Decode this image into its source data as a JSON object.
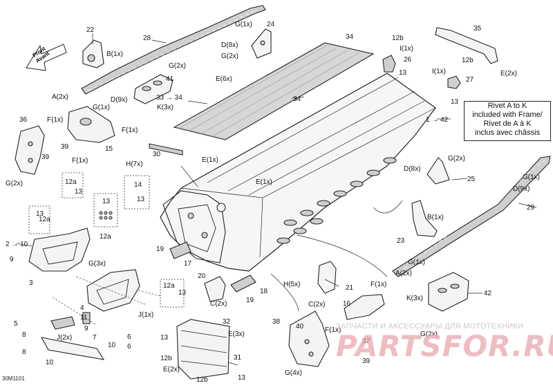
{
  "callouts": [
    {
      "id": "c22",
      "text": "22"
    },
    {
      "id": "cB1",
      "text": "B(1x)"
    },
    {
      "id": "c28",
      "text": "28"
    },
    {
      "id": "cG1top",
      "text": "G(1x)"
    },
    {
      "id": "c24",
      "text": "24"
    },
    {
      "id": "cD8",
      "text": "D(8x)"
    },
    {
      "id": "cG2a",
      "text": "G(2x)"
    },
    {
      "id": "c34a",
      "text": "34"
    },
    {
      "id": "c12b1",
      "text": "12b"
    },
    {
      "id": "cI1a",
      "text": "I(1x)"
    },
    {
      "id": "c26",
      "text": "26"
    },
    {
      "id": "c35",
      "text": "35"
    },
    {
      "id": "c12b2",
      "text": "12b"
    },
    {
      "id": "cI1b",
      "text": "I(1x)"
    },
    {
      "id": "c27",
      "text": "27"
    },
    {
      "id": "cE2a",
      "text": "E(2x)"
    },
    {
      "id": "c13a",
      "text": "13"
    },
    {
      "id": "c13b",
      "text": "13"
    },
    {
      "id": "cG2b",
      "text": "G(2x)"
    },
    {
      "id": "c41",
      "text": "41"
    },
    {
      "id": "cE6",
      "text": "E(6x)"
    },
    {
      "id": "cA2a",
      "text": "A(2x)"
    },
    {
      "id": "cD9a",
      "text": "D(9x)"
    },
    {
      "id": "cG1b",
      "text": "G(1x)"
    },
    {
      "id": "c33",
      "text": "33"
    },
    {
      "id": "c34b",
      "text": "34"
    },
    {
      "id": "cK3a",
      "text": "K(3x)"
    },
    {
      "id": "c34c",
      "text": "34"
    },
    {
      "id": "c36",
      "text": "36"
    },
    {
      "id": "cF1a",
      "text": "F(1x)"
    },
    {
      "id": "cF1b",
      "text": "F(1x)"
    },
    {
      "id": "c39a",
      "text": "39"
    },
    {
      "id": "c15",
      "text": "15"
    },
    {
      "id": "cF1c",
      "text": "F(1x)"
    },
    {
      "id": "c39b",
      "text": "39"
    },
    {
      "id": "cG2c",
      "text": "G(2x)"
    },
    {
      "id": "c30",
      "text": "30"
    },
    {
      "id": "cH7",
      "text": "H(7x)"
    },
    {
      "id": "cE1a",
      "text": "E(1x)"
    },
    {
      "id": "cE1b",
      "text": "E(1x)"
    },
    {
      "id": "c42a",
      "text": "42"
    },
    {
      "id": "c12a1",
      "text": "12a"
    },
    {
      "id": "c13c",
      "text": "13"
    },
    {
      "id": "c14",
      "text": "14"
    },
    {
      "id": "c13d",
      "text": "13"
    },
    {
      "id": "cG2d",
      "text": "G(2x)"
    },
    {
      "id": "cD8b",
      "text": "D(8x)"
    },
    {
      "id": "c25",
      "text": "25"
    },
    {
      "id": "cG1c",
      "text": "G(1x)"
    },
    {
      "id": "cD9b",
      "text": "D(9x)"
    },
    {
      "id": "c13e",
      "text": "13"
    },
    {
      "id": "c12a2",
      "text": "12a"
    },
    {
      "id": "c13f",
      "text": "13"
    },
    {
      "id": "c12a3",
      "text": "12a"
    },
    {
      "id": "c29",
      "text": "29"
    },
    {
      "id": "cB1b",
      "text": "B(1x)"
    },
    {
      "id": "c23",
      "text": "23"
    },
    {
      "id": "c2",
      "text": "2"
    },
    {
      "id": "c10a",
      "text": "10"
    },
    {
      "id": "c9a",
      "text": "9"
    },
    {
      "id": "c3",
      "text": "3"
    },
    {
      "id": "c19a",
      "text": "19"
    },
    {
      "id": "c17",
      "text": "17"
    },
    {
      "id": "cG3",
      "text": "G(3x)"
    },
    {
      "id": "c20",
      "text": "20"
    },
    {
      "id": "c18",
      "text": "18"
    },
    {
      "id": "c19b",
      "text": "19"
    },
    {
      "id": "cC2a",
      "text": "C(2x)"
    },
    {
      "id": "cH5",
      "text": "H(5x)"
    },
    {
      "id": "c21",
      "text": "21"
    },
    {
      "id": "cC2b",
      "text": "C(2x)"
    },
    {
      "id": "cG1d",
      "text": "G(1x)"
    },
    {
      "id": "cA2b",
      "text": "A(2x)"
    },
    {
      "id": "cF1d",
      "text": "F(1x)"
    },
    {
      "id": "cK3b",
      "text": "K(3x)"
    },
    {
      "id": "c42b",
      "text": "42"
    },
    {
      "id": "c16",
      "text": "16"
    },
    {
      "id": "c12a4",
      "text": "12a"
    },
    {
      "id": "c13g",
      "text": "13"
    },
    {
      "id": "c4",
      "text": "4"
    },
    {
      "id": "cJ1",
      "text": "J(1x)"
    },
    {
      "id": "c11",
      "text": "11"
    },
    {
      "id": "c9b",
      "text": "9"
    },
    {
      "id": "c6a",
      "text": "6"
    },
    {
      "id": "c5",
      "text": "5"
    },
    {
      "id": "cJ2",
      "text": "J(2x)"
    },
    {
      "id": "c7",
      "text": "7"
    },
    {
      "id": "c6b",
      "text": "6"
    },
    {
      "id": "c8a",
      "text": "8"
    },
    {
      "id": "c10b",
      "text": "10"
    },
    {
      "id": "c8b",
      "text": "8"
    },
    {
      "id": "c10c",
      "text": "10"
    },
    {
      "id": "c38",
      "text": "38"
    },
    {
      "id": "c40",
      "text": "40"
    },
    {
      "id": "cF1e",
      "text": "F(1x)"
    },
    {
      "id": "c37",
      "text": "37"
    },
    {
      "id": "cG2e",
      "text": "G(2x)"
    },
    {
      "id": "c39c",
      "text": "39"
    },
    {
      "id": "cG4",
      "text": "G(4x)"
    },
    {
      "id": "c13h",
      "text": "13"
    },
    {
      "id": "c32",
      "text": "32"
    },
    {
      "id": "cE3",
      "text": "E(3x)"
    },
    {
      "id": "c31",
      "text": "31"
    },
    {
      "id": "c12b3",
      "text": "12b"
    },
    {
      "id": "cE2b",
      "text": "E(2x)"
    },
    {
      "id": "c12b4",
      "text": "12b"
    },
    {
      "id": "c13i",
      "text": "13"
    },
    {
      "id": "c1",
      "text": "1"
    }
  ],
  "arrow_labels": {
    "a1": "33 → 34",
    "a2": "1 → 42",
    "a3": "2 → 10"
  },
  "front_label": {
    "line1": "Front",
    "line2": "Avant"
  },
  "rivet_note": {
    "line1": "Rivet A to K",
    "line2": "included with Frame/",
    "line3": "Rivet de A à K",
    "line4": "inclus avec châssis"
  },
  "ref_code": "30M1101",
  "watermark": {
    "top": "ЗАПЧАСТИ И АКСЕССУАРЫ ДЛЯ МОТОТЕХНИКИ",
    "logo": "PARTSFOR.RU"
  },
  "colors": {
    "line": "#222222",
    "tunnel_fill": "#d6d6d6",
    "watermark": "#e8a8ad"
  }
}
